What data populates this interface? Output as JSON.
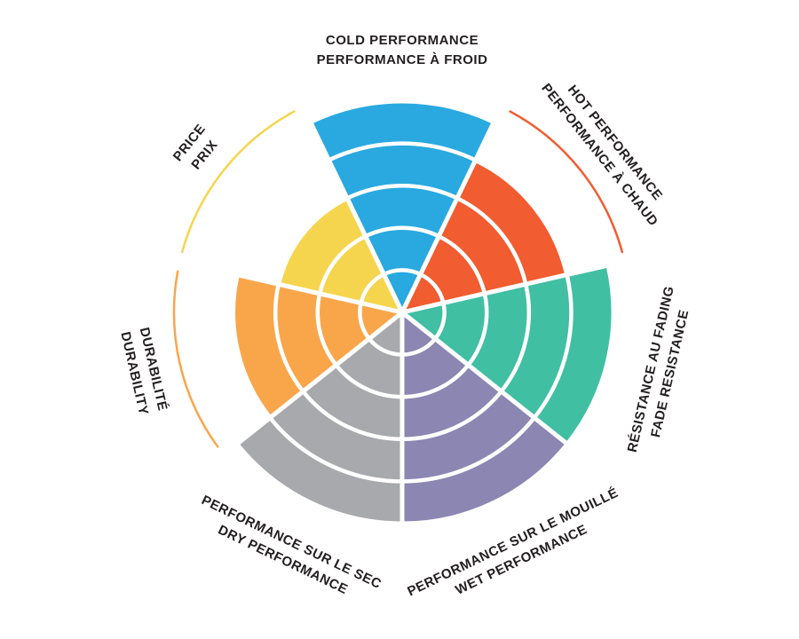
{
  "figure": {
    "background": "#FFFFFF",
    "description": "Bilingual (English/French) product performance rating wheel with seven colored sectors on a 5-level scale"
  },
  "chart_data": {
    "type": "polar-sector-wheel",
    "title": "",
    "levels": 5,
    "value_scale": "0 to 5",
    "grid": true,
    "legend": "none",
    "geometry": {
      "cx": 453,
      "cy": 352,
      "outer_radius": 238,
      "label_radius": 297,
      "max_arc_radius": 257
    },
    "text_color": "#231F20",
    "grid_color": "#FFFFFF",
    "categories": [
      "Cold performance",
      "Hot performance",
      "Fade resistance",
      "Wet performance",
      "Dry performance",
      "Durability",
      "Price"
    ],
    "series": [
      {
        "name": "rating",
        "values": [
          5,
          4,
          5,
          5,
          5,
          4,
          3
        ]
      }
    ],
    "sectors": [
      {
        "id": "cold-performance",
        "lines": [
          "COLD PERFORMANCE",
          "PERFORMANCE À FROID"
        ],
        "value": 5,
        "max": 5,
        "color": "#29A9E0"
      },
      {
        "id": "hot-performance",
        "lines": [
          "HOT PERFORMANCE",
          "PERFORMANCE À CHAUD"
        ],
        "value": 4,
        "max": 5,
        "color": "#F15C30"
      },
      {
        "id": "fade-resistance",
        "lines": [
          "RÉSISTANCE AU FADING",
          "FADE RESISTANCE"
        ],
        "value": 5,
        "max": 5,
        "color": "#40BFA3"
      },
      {
        "id": "wet-performance",
        "lines": [
          "PERFORMANCE SUR LE MOUILLÉ",
          "WET PERFORMANCE"
        ],
        "value": 5,
        "max": 5,
        "color": "#8C86B2"
      },
      {
        "id": "dry-performance",
        "lines": [
          "PERFORMANCE SUR LE SEC",
          "DRY PERFORMANCE"
        ],
        "value": 5,
        "max": 5,
        "color": "#A8A9AD"
      },
      {
        "id": "durability",
        "lines": [
          "DURABILITÉ",
          "DURABILITY"
        ],
        "value": 4,
        "max": 5,
        "color": "#F9A64B"
      },
      {
        "id": "price",
        "lines": [
          "PRICE",
          "PRIX"
        ],
        "value": 3,
        "max": 5,
        "color": "#F5D54D"
      }
    ]
  }
}
